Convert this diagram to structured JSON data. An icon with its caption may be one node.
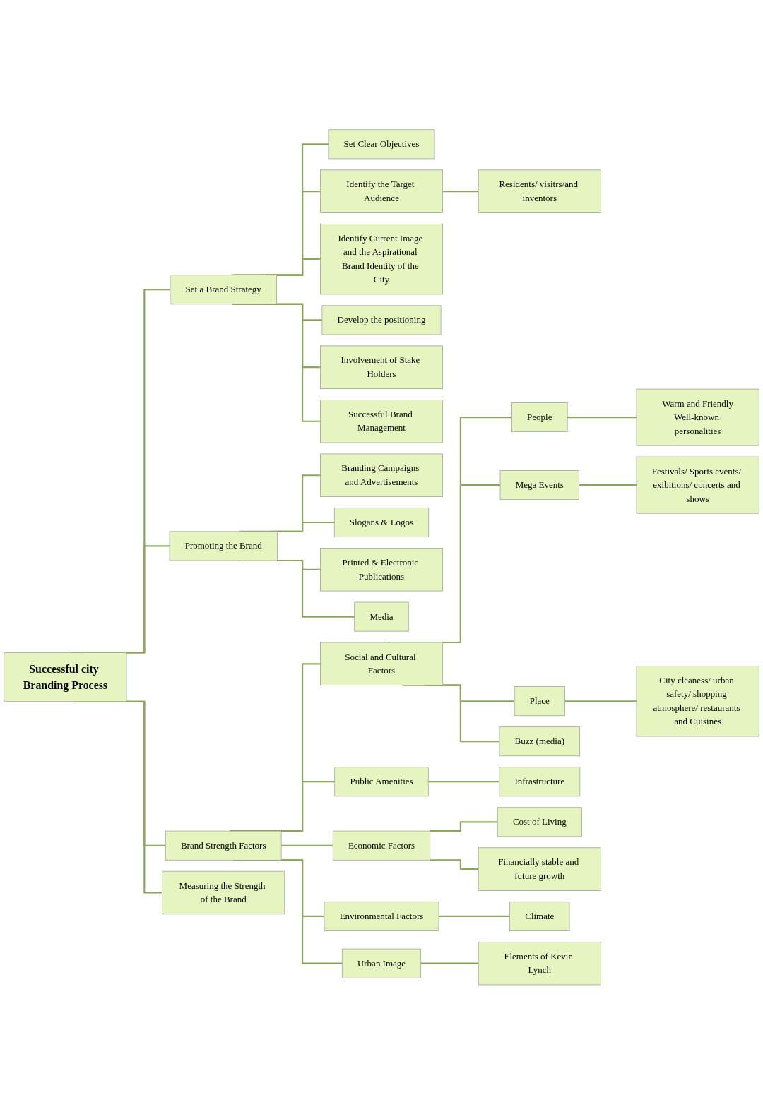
{
  "diagram": {
    "nodes": [
      {
        "text": [
          "Successful city Branding Process"
        ]
      },
      {
        "text": [
          "Set a Brand Strategy"
        ]
      },
      {
        "text": [
          "Set Clear Objectives"
        ]
      },
      {
        "text": [
          "Identify the Target Audience"
        ]
      },
      {
        "text": [
          "Residents/ visitrs/and inventors"
        ]
      },
      {
        "text": [
          "Identify Current Image and the Aspirational Brand Identity of the City"
        ]
      },
      {
        "text": [
          "Develop the positioning"
        ]
      },
      {
        "text": [
          "Involvement of Stake Holders"
        ]
      },
      {
        "text": [
          "Successful Brand Management"
        ]
      },
      {
        "text": [
          "Promoting the Brand"
        ]
      },
      {
        "text": [
          "Branding Campaigns and Advertisements"
        ]
      },
      {
        "text": [
          "Slogans & Logos"
        ]
      },
      {
        "text": [
          "Printed & Electronic Publications"
        ]
      },
      {
        "text": [
          "Media"
        ]
      },
      {
        "text": [
          "Brand Strength Factors"
        ]
      },
      {
        "text": [
          "Social and Cultural Factors"
        ]
      },
      {
        "text": [
          "People"
        ]
      },
      {
        "text": [
          "Warm and Friendly",
          "Well-known personalities"
        ]
      },
      {
        "text": [
          "Mega Events"
        ]
      },
      {
        "text": [
          "Festivals/ Sports events/ exibitions/ concerts and shows"
        ]
      },
      {
        "text": [
          "Place"
        ]
      },
      {
        "text": [
          "City cleaness/ urban safety/ shopping atmosphere/ restaurants and Cuisines"
        ]
      },
      {
        "text": [
          "Buzz (media)"
        ]
      },
      {
        "text": [
          "Public Amenities"
        ]
      },
      {
        "text": [
          "Infrastructure"
        ]
      },
      {
        "text": [
          "Economic Factors"
        ]
      },
      {
        "text": [
          "Cost of Living"
        ]
      },
      {
        "text": [
          "Financially stable and future growth"
        ]
      },
      {
        "text": [
          "Environmental Factors"
        ]
      },
      {
        "text": [
          "Climate"
        ]
      },
      {
        "text": [
          "Urban Image"
        ]
      },
      {
        "text": [
          "Elements of Kevin Lynch"
        ]
      },
      {
        "text": [
          "Measuring the Strength of the Brand"
        ]
      }
    ],
    "edges": [
      {
        "from": 0,
        "to": 1,
        "arrow": "none"
      },
      {
        "from": 0,
        "to": 9,
        "arrow": "none"
      },
      {
        "from": 0,
        "to": 14,
        "arrow": "none"
      },
      {
        "from": 0,
        "to": 32,
        "arrow": "none"
      },
      {
        "from": 1,
        "to": 2,
        "arrow": "none"
      },
      {
        "from": 1,
        "to": 3,
        "arrow": "none"
      },
      {
        "from": 1,
        "to": 5,
        "arrow": "none"
      },
      {
        "from": 1,
        "to": 6,
        "arrow": "none"
      },
      {
        "from": 1,
        "to": 7,
        "arrow": "none"
      },
      {
        "from": 1,
        "to": 8,
        "arrow": "none"
      },
      {
        "from": 3,
        "to": 4,
        "arrow": "none"
      },
      {
        "from": 9,
        "to": 10,
        "arrow": "none"
      },
      {
        "from": 9,
        "to": 11,
        "arrow": "none"
      },
      {
        "from": 9,
        "to": 12,
        "arrow": "none"
      },
      {
        "from": 9,
        "to": 13,
        "arrow": "none"
      },
      {
        "from": 14,
        "to": 15,
        "arrow": "none"
      },
      {
        "from": 14,
        "to": 23,
        "arrow": "none"
      },
      {
        "from": 14,
        "to": 25,
        "arrow": "none"
      },
      {
        "from": 14,
        "to": 28,
        "arrow": "none"
      },
      {
        "from": 14,
        "to": 30,
        "arrow": "none"
      },
      {
        "from": 15,
        "to": 16,
        "arrow": "none"
      },
      {
        "from": 15,
        "to": 18,
        "arrow": "none"
      },
      {
        "from": 15,
        "to": 20,
        "arrow": "none"
      },
      {
        "from": 15,
        "to": 22,
        "arrow": "none"
      },
      {
        "from": 16,
        "to": 17,
        "arrow": "none"
      },
      {
        "from": 18,
        "to": 19,
        "arrow": "none"
      },
      {
        "from": 20,
        "to": 21,
        "arrow": "none"
      },
      {
        "from": 23,
        "to": 24,
        "arrow": "none"
      },
      {
        "from": 25,
        "to": 26,
        "arrow": "none"
      },
      {
        "from": 25,
        "to": 27,
        "arrow": "none"
      },
      {
        "from": 28,
        "to": 29,
        "arrow": "none"
      },
      {
        "from": 30,
        "to": 31,
        "arrow": "none"
      }
    ]
  }
}
